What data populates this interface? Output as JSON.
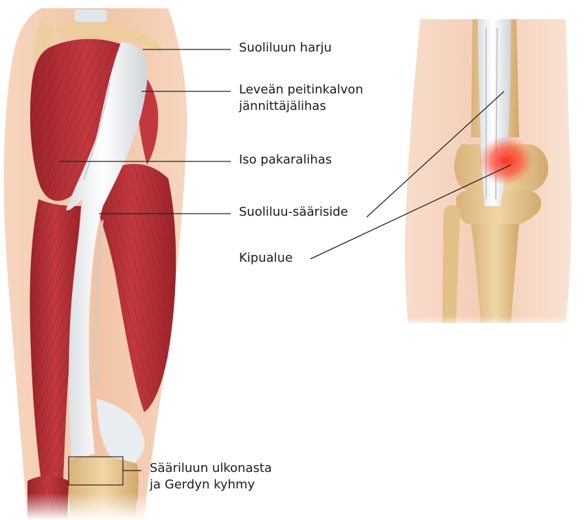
{
  "labels": {
    "iliac_crest": "Suoliluun harju",
    "tfl_line1": "Leveän peitinkalvon",
    "tfl_line2": "jännittäjälihas",
    "gluteus_maximus": "Iso pakaralihas",
    "it_band": "Suoliluu-sääriside",
    "pain_area": "Kipualue",
    "tubercle_line1": "Sääriluun ulkonasta",
    "tubercle_line2": "ja Gerdyn kyhmy"
  },
  "colors": {
    "skin": "#f2c7a9",
    "skin_light": "#f8e0cd",
    "muscle": "#b8333a",
    "muscle_dark": "#8e1f26",
    "tendon": "#eef0f2",
    "bone": "#e6c58e",
    "pain": "#ff3a2a",
    "leader": "#222222"
  }
}
